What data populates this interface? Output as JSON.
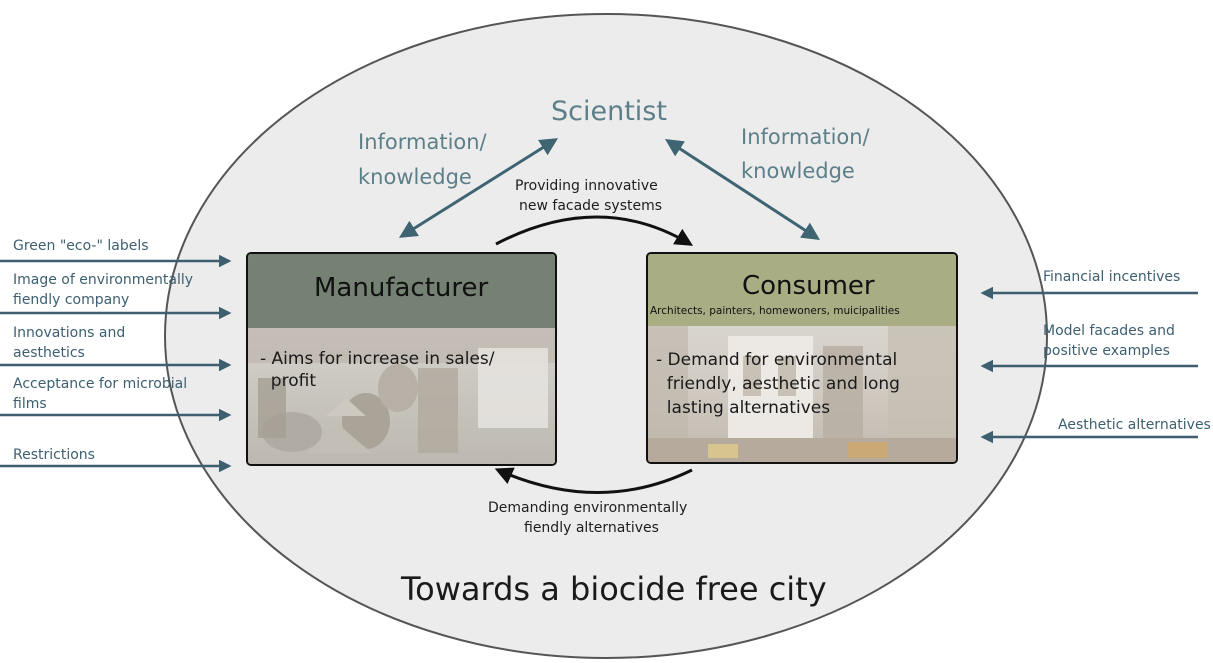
{
  "center": {
    "title": "Scientist"
  },
  "edges": {
    "info_left": [
      "Information/",
      "knowledge"
    ],
    "info_right": [
      "Information/",
      "knowledge"
    ],
    "top_flow": [
      "Providing innovative",
      "new facade systems"
    ],
    "bottom_flow": [
      "Demanding environmentally",
      "fiendly alternatives"
    ]
  },
  "manufacturer": {
    "title": "Manufacturer",
    "body": [
      "- Aims for increase in sales/",
      "  profit"
    ]
  },
  "consumer": {
    "title": "Consumer",
    "subtitle": "Architects, painters, homewoners, muicipalities",
    "body": [
      "- Demand for environmental",
      "  friendly, aesthetic and long",
      "  lasting alternatives"
    ]
  },
  "left_inputs": [
    [
      "Green \"eco-\" labels"
    ],
    [
      "Image of environmentally",
      "fiendly company"
    ],
    [
      "Innovations and",
      "aesthetics"
    ],
    [
      "Acceptance for microbial",
      "films"
    ],
    [
      "Restrictions"
    ]
  ],
  "right_inputs": [
    [
      "Financial incentives"
    ],
    [
      "Model facades and",
      "positive examples"
    ],
    [
      "Aesthetic alternatives"
    ]
  ],
  "footer": {
    "title": "Towards a biocide free city"
  },
  "colors": {
    "ellipse_fill": "#ececec",
    "ellipse_stroke": "#555555",
    "manufacturer_header": "#748173",
    "consumer_header": "#a8ad84",
    "accent_teal": "#5d7f89",
    "side_arrows": "#3d5f70"
  }
}
